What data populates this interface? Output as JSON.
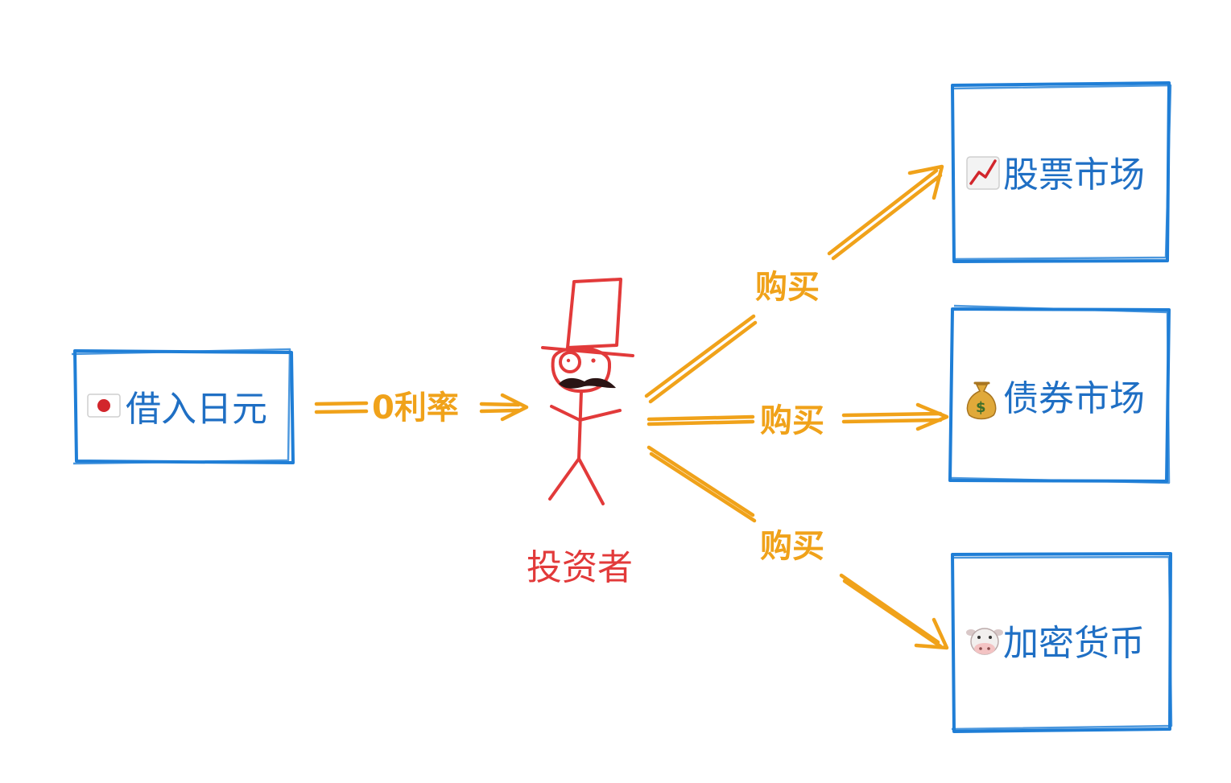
{
  "source": {
    "label": "借入日元",
    "icon": "japan-flag-icon"
  },
  "edge_to_actor": {
    "label": "0利率"
  },
  "actor": {
    "label": "投资者",
    "icon": "top-hat-monocle-stick-figure-icon"
  },
  "buy_label": "购买",
  "targets": [
    {
      "label": "股票市场",
      "icon": "chart-increasing-icon"
    },
    {
      "label": "债券市场",
      "icon": "money-bag-icon"
    },
    {
      "label": "加密货币",
      "icon": "cow-face-icon"
    }
  ],
  "colors": {
    "box": "#1f7ed6",
    "box_text": "#1f6fc4",
    "arrow": "#f0a21a",
    "actor": "#e23a3a"
  }
}
